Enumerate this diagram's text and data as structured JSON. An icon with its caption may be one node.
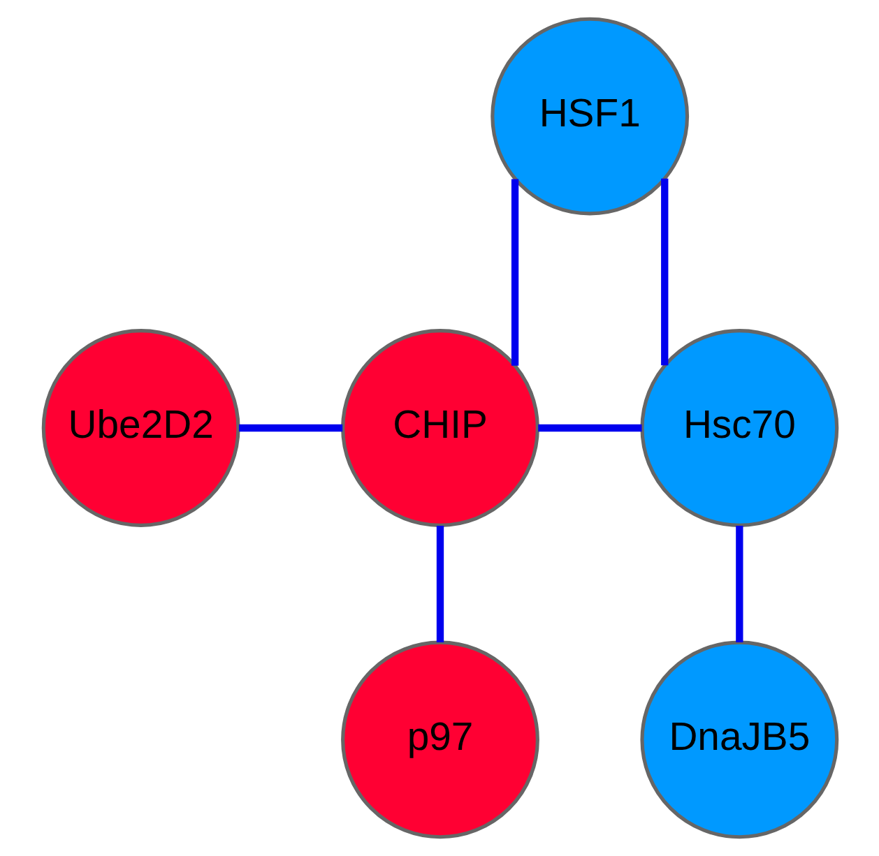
{
  "diagram": {
    "nodes": [
      {
        "text": [
          "HSF1"
        ]
      },
      {
        "text": [
          "Ube2D2"
        ]
      },
      {
        "text": [
          "CHIP"
        ]
      },
      {
        "text": [
          "Hsc70"
        ]
      },
      {
        "text": [
          "p97"
        ]
      },
      {
        "text": [
          "DnaJB5"
        ]
      }
    ],
    "edges": [
      {
        "from": 2,
        "to": 0,
        "arrow": "none"
      },
      {
        "from": 0,
        "to": 3,
        "arrow": "none"
      },
      {
        "from": 1,
        "to": 2,
        "arrow": "none"
      },
      {
        "from": 2,
        "to": 3,
        "arrow": "none"
      },
      {
        "from": 2,
        "to": 4,
        "arrow": "none"
      },
      {
        "from": 3,
        "to": 5,
        "arrow": "none"
      }
    ]
  }
}
